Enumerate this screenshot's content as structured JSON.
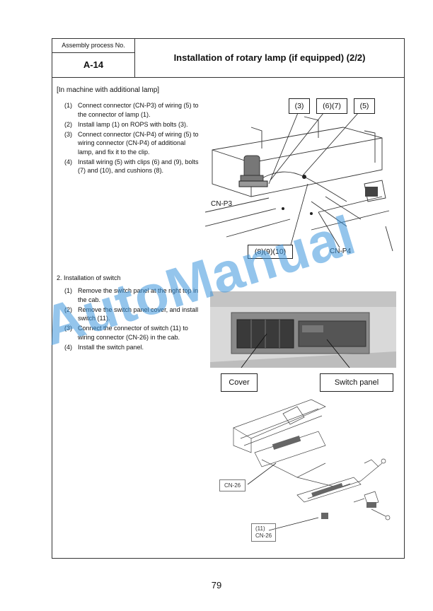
{
  "header": {
    "label": "Assembly process No.",
    "number": "A-14",
    "title": "Installation of rotary lamp (if equipped) (2/2)"
  },
  "section1": {
    "heading": "[In machine with additional lamp]",
    "steps": [
      {
        "n": "(1)",
        "text": "Connect connector (CN-P3) of wiring (5) to the connector of lamp (1)."
      },
      {
        "n": "(2)",
        "text": "Install lamp (1) on ROPS with bolts (3)."
      },
      {
        "n": "(3)",
        "text": "Connect connector (CN-P4) of wiring (5) to wiring connector (CN-P4) of additional lamp, and fix it to the clip."
      },
      {
        "n": "(4)",
        "text": "Install wiring (5) with clips (6) and (9), bolts (7) and (10), and cushions (8)."
      }
    ]
  },
  "section2": {
    "heading": "2. Installation of switch",
    "steps": [
      {
        "n": "(1)",
        "text": "Remove the switch panel at the right top in the cab."
      },
      {
        "n": "(2)",
        "text": "Remove the switch panel cover, and install switch (11)."
      },
      {
        "n": "(3)",
        "text": "Connect the connector of switch (11) to wiring connector (CN-26) in the cab."
      },
      {
        "n": "(4)",
        "text": "Install the switch panel."
      }
    ]
  },
  "figure1": {
    "callout_3": "(3)",
    "callout_6_7": "(6)(7)",
    "callout_5": "(5)",
    "callout_8_9_10": "(8)(9)(10)",
    "label_cn_p3": "CN-P3",
    "label_cn_p4": "CN-P4"
  },
  "figure2": {
    "cover": "Cover",
    "switch_panel": "Switch panel"
  },
  "figure3": {
    "cn26": "CN-26",
    "switch_11": "(11)",
    "switch_11_cn26": "CN-26"
  },
  "page_number": "79",
  "watermark": "AutoManual"
}
